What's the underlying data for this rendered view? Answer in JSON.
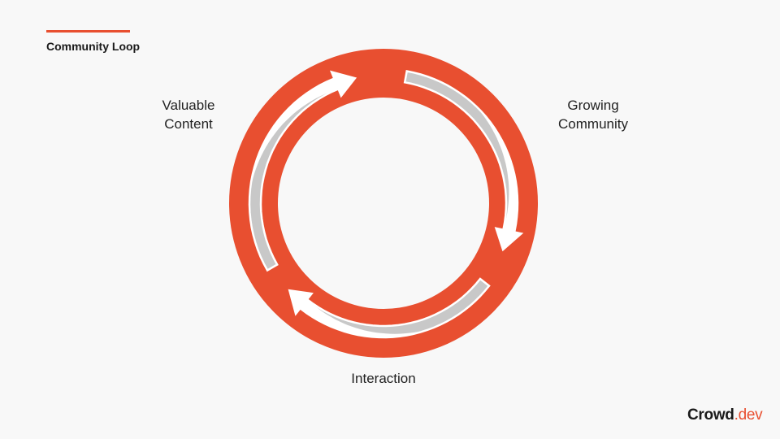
{
  "header": {
    "title": "Community Loop"
  },
  "diagram": {
    "labels": {
      "valuable_content": "Valuable\nContent",
      "growing_community": "Growing\nCommunity",
      "interaction": "Interaction"
    },
    "colors": {
      "ring": "#e84f30",
      "arrow": "#ffffff",
      "arrow_shade": "#c8c8c8"
    }
  },
  "logo": {
    "brand": "Crowd",
    "suffix": ".dev"
  }
}
